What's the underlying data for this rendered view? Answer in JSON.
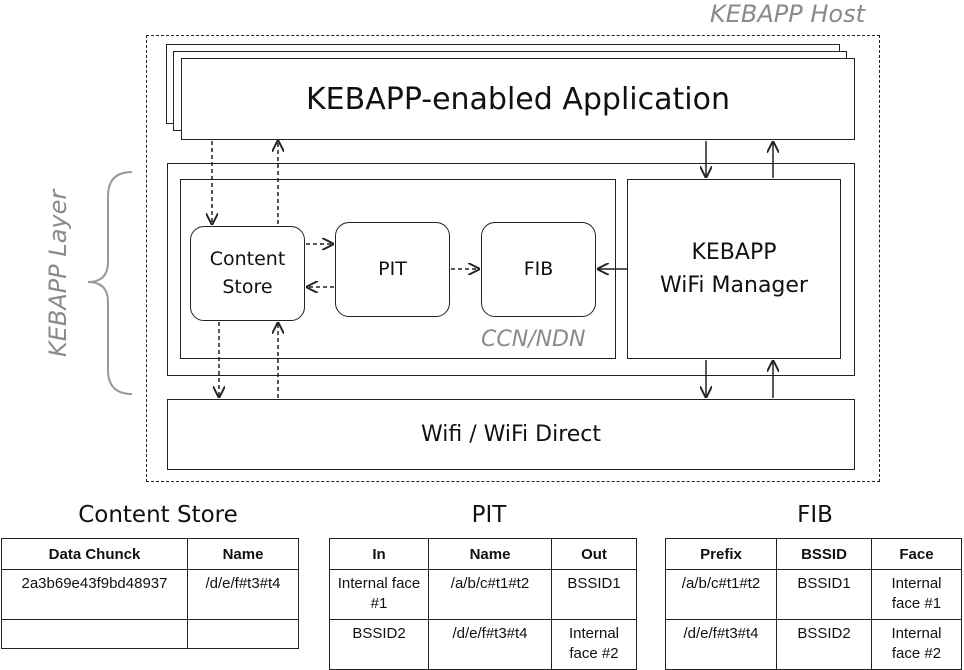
{
  "diagram": {
    "host_label": "KEBAPP Host",
    "layer_label": "KEBAPP Layer",
    "app_label": "KEBAPP-enabled Application",
    "ccn_label": "CCN/NDN",
    "content_store_node": [
      "Content",
      "Store"
    ],
    "pit_node": "PIT",
    "fib_node": "FIB",
    "wifi_manager_node": [
      "KEBAPP",
      "WiFi Manager"
    ],
    "wifi_label": "Wifi / WiFi Direct"
  },
  "tables": {
    "content_store": {
      "title": "Content Store",
      "headers": [
        "Data Chunck",
        "Name"
      ],
      "rows": [
        [
          "2a3b69e43f9bd48937",
          "/d/e/f#t3#t4"
        ],
        [
          "",
          ""
        ]
      ]
    },
    "pit": {
      "title": "PIT",
      "headers": [
        "In",
        "Name",
        "Out"
      ],
      "rows": [
        [
          "Internal face #1",
          "/a/b/c#t1#t2",
          "BSSID1"
        ],
        [
          "BSSID2",
          "/d/e/f#t3#t4",
          "Internal face #2"
        ]
      ]
    },
    "fib": {
      "title": "FIB",
      "headers": [
        "Prefix",
        "BSSID",
        "Face"
      ],
      "rows": [
        [
          "/a/b/c#t1#t2",
          "BSSID1",
          "Internal face #1"
        ],
        [
          "/d/e/f#t3#t4",
          "BSSID2",
          "Internal face #2"
        ]
      ]
    }
  }
}
